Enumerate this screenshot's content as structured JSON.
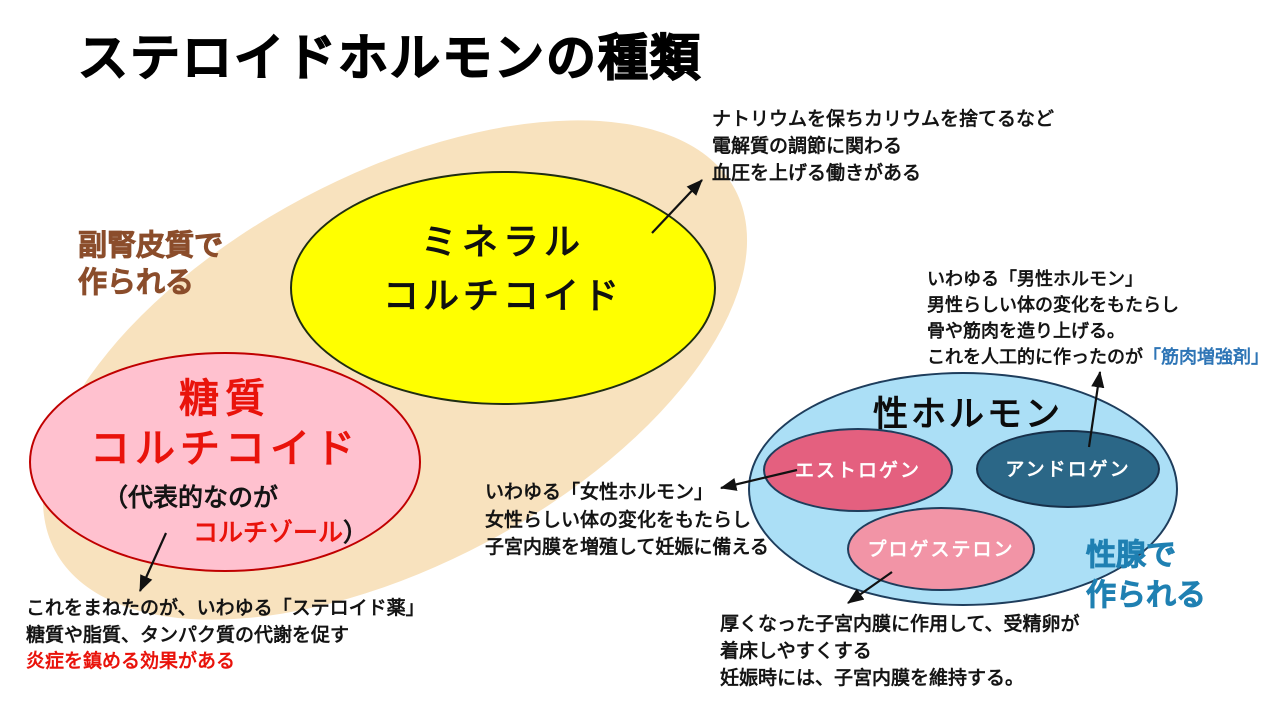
{
  "title": "ステロイドホルモンの種類",
  "adrenal_group": {
    "made_in": [
      "副腎皮質で",
      "作られる"
    ]
  },
  "mineral": {
    "name": [
      "ミネラル",
      "コルチコイド"
    ],
    "note": [
      "ナトリウムを保ちカリウムを捨てるなど",
      "電解質の調節に関わる",
      "血圧を上げる働きがある"
    ]
  },
  "gluco": {
    "name": [
      "糖質",
      "コルチコイド"
    ],
    "rep_open_line": "（代表的なのが",
    "rep_name": "コルチゾール",
    "rep_close": "）",
    "note": [
      "これをまねたのが、いわゆる「ステロイド薬」",
      "糖質や脂質、タンパク質の代謝を促す",
      "炎症を鎮める効果がある"
    ]
  },
  "sex_group": {
    "name": "性ホルモン",
    "made_in": [
      "性腺で",
      "作られる"
    ],
    "estrogen": {
      "name": "エストロゲン",
      "note": [
        "いわゆる「女性ホルモン」",
        "女性らしい体の変化をもたらし",
        "子宮内膜を増殖して妊娠に備える"
      ]
    },
    "androgen": {
      "name": "アンドロゲン",
      "note": [
        "いわゆる「男性ホルモン」",
        "男性らしい体の変化をもたらし",
        "骨や筋肉を造り上げる。",
        "これを人工的に作ったのが"
      ],
      "note_highlight": "「筋肉増強剤」"
    },
    "progesterone": {
      "name": "プロゲステロン",
      "note": [
        "厚くなった子宮内膜に作用して、受精卵が",
        "着床しやすくする",
        "妊娠時には、子宮内膜を維持する。"
      ]
    }
  },
  "colors": {
    "beige_bg": "#F8E2BE",
    "yellow_fill": "#FFFF00",
    "pink_fill": "#FFC1CF",
    "red_line": "#C00000",
    "red_text": "#E9130B",
    "brown_text": "#8B4D2B",
    "blue_fill": "#ABDFF6",
    "navy_line": "#1E3D5C",
    "estrogen_fill": "#E4607F",
    "androgen_fill": "#2B6787",
    "progesterone_fill": "#F294A6",
    "teal_text": "#1F80B2",
    "highlight_blue": "#2E75B6"
  }
}
